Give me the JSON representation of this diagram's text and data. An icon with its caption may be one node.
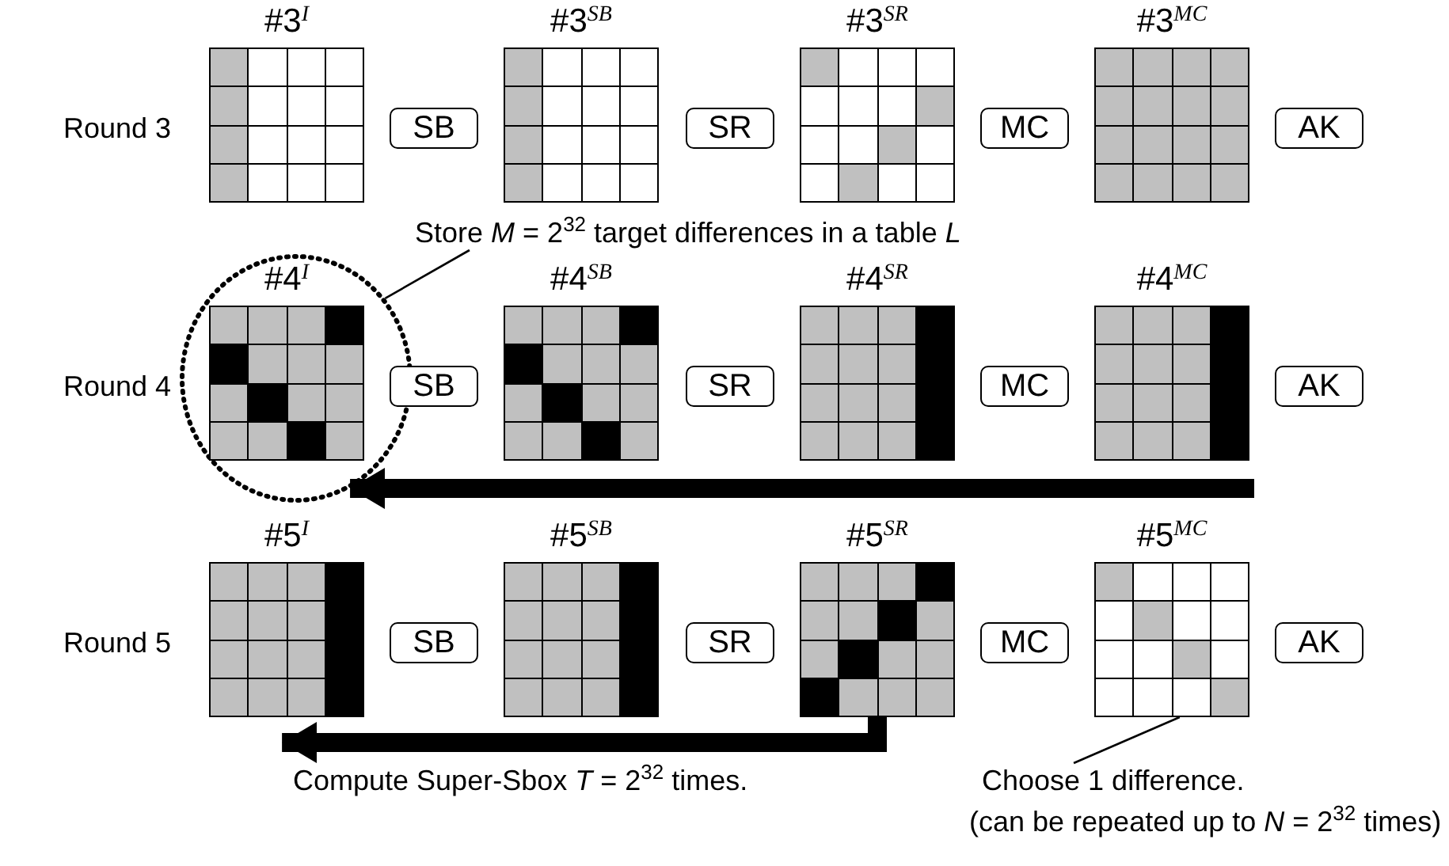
{
  "diagram": {
    "nodes": [
      {
        "text": [
          "#3$^{I}$"
        ]
      },
      {
        "text": [
          "SB"
        ]
      },
      {
        "text": [
          "#3$^{SB}$"
        ]
      },
      {
        "text": [
          "SR"
        ]
      },
      {
        "text": [
          "#3$^{SR}$"
        ]
      },
      {
        "text": [
          "MC"
        ]
      },
      {
        "text": [
          "#3$^{MC}$"
        ]
      },
      {
        "text": [
          "AK"
        ]
      },
      {
        "text": [
          "Store *M* = 2$^{32}$ target differences in a table *L*"
        ]
      },
      {
        "text": [],
        "shape": "circle"
      },
      {
        "text": [
          "#4$^{I}$"
        ],
        "in": 9
      },
      {
        "text": [
          "SB"
        ]
      },
      {
        "text": [
          "#4$^{SB}$"
        ]
      },
      {
        "text": [
          "SR"
        ]
      },
      {
        "text": [
          "#4$^{SR}$"
        ]
      },
      {
        "text": [
          "MC"
        ]
      },
      {
        "text": [
          "#4$^{MC}$"
        ]
      },
      {
        "text": [
          "AK"
        ]
      },
      {
        "text": [
          "#5$^{I}$"
        ]
      },
      {
        "text": [
          "SB"
        ]
      },
      {
        "text": [
          "#5$^{SB}$"
        ]
      },
      {
        "text": [
          "SR"
        ]
      },
      {
        "text": [
          "#5$^{SR}$"
        ]
      },
      {
        "text": [
          "MC"
        ]
      },
      {
        "text": [
          "#5$^{MC}$"
        ]
      },
      {
        "text": [
          "AK"
        ]
      },
      {
        "text": [
          "Choose 1 difference."
        ]
      }
    ],
    "edges": [
      {
        "from": 8,
        "to": 9,
        "arrow": "none"
      },
      {
        "from": null,
        "to": 9,
        "arrow": "to",
        "style": "thick"
      },
      {
        "from": 22,
        "to": 18,
        "arrow": "to",
        "style": "thick"
      },
      {
        "from": 26,
        "to": 24,
        "arrow": "none"
      }
    ],
    "labels": [
      "Round 3",
      "Round 4",
      "Round 5",
      "Compute Super-Sbox *T* = 2$^{32}$ times.",
      "(can be repeated up to *N* = 2$^{32}$ times)"
    ]
  }
}
